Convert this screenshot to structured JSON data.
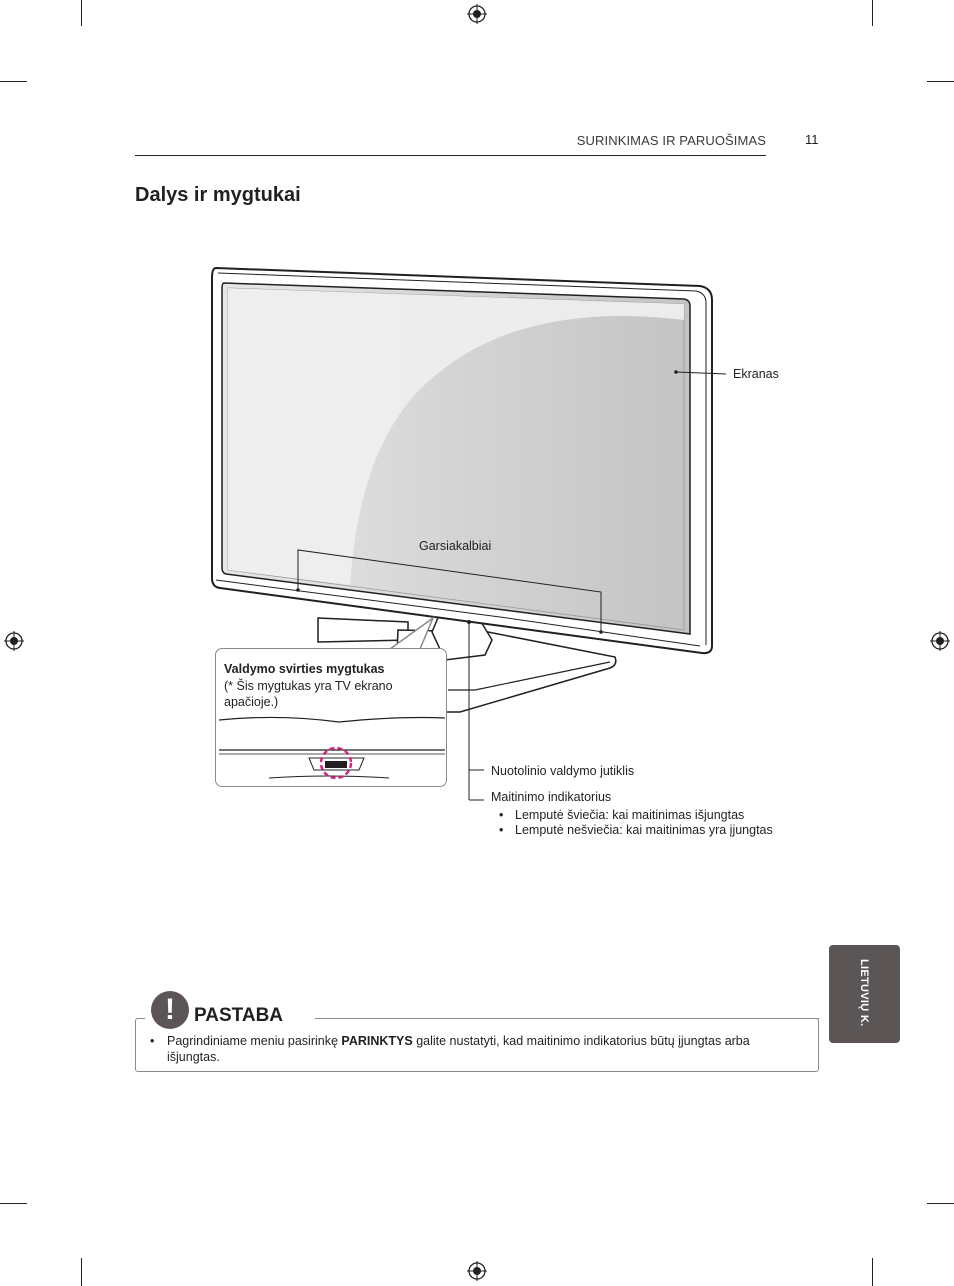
{
  "header": {
    "section": "SURINKIMAS IR PARUOŠIMAS",
    "page_number": "11"
  },
  "title": "Dalys ir mygtukai",
  "diagram": {
    "labels": {
      "screen": "Ekranas",
      "speakers": "Garsiakalbiai",
      "remote_sensor": "Nuotolinio valdymo jutiklis",
      "power_indicator": "Maitinimo indikatorius"
    },
    "power_indicator_bullets": [
      "Lemputė šviečia: kai maitinimas išjungtas",
      "Lemputė nešviečia: kai maitinimas yra įjungtas"
    ],
    "callout": {
      "title": "Valdymo svirties mygtukas",
      "note": "(* Šis mygtukas yra TV ekrano apačioje.)"
    }
  },
  "side_tab": "LIETUVIŲ K.",
  "note": {
    "icon": "!",
    "title": "PASTABA",
    "text_before": "Pagrindiniame meniu pasirinkę ",
    "text_bold": "PARINKTYS",
    "text_after": " galite nustatyti, kad maitinimo indikatorius būtų įjungtas arba išjungtas."
  }
}
